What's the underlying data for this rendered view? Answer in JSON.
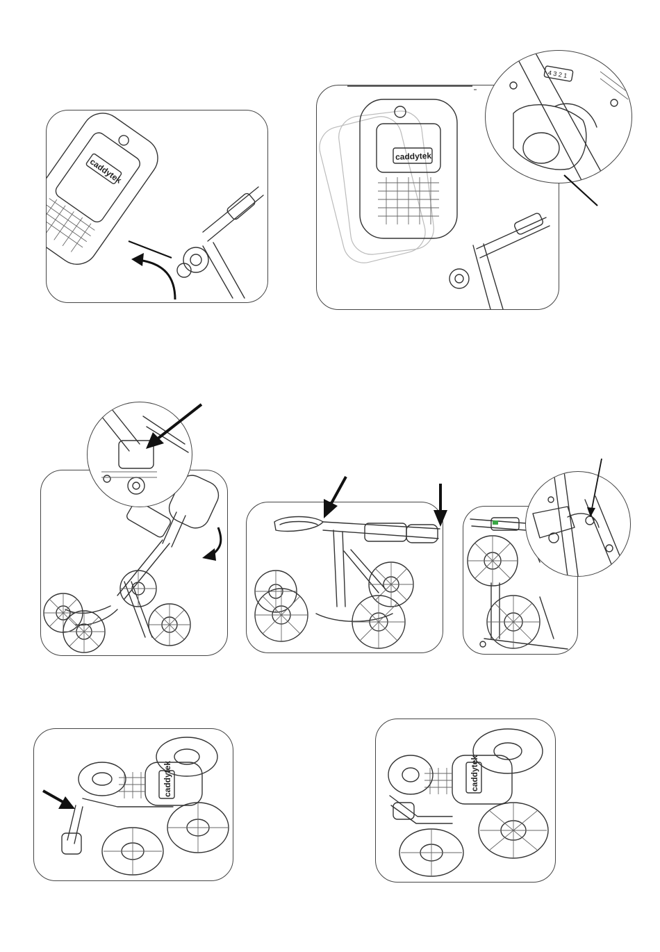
{
  "brand": {
    "logo_text": "caddytek",
    "dial_numbers": "4 3 2 1"
  },
  "colors": {
    "line": "#333333",
    "accent": "#3aa845",
    "background": "#ffffff"
  },
  "steps": [
    {
      "id": "step-1",
      "description_icon": "cart-handle-unlock-icon"
    },
    {
      "id": "step-2",
      "description_icon": "handle-height-adjust-icon"
    },
    {
      "id": "step-3",
      "description_icon": "fold-handle-down-icon"
    },
    {
      "id": "step-4",
      "description_icon": "press-fold-buttons-icon"
    },
    {
      "id": "step-5",
      "description_icon": "folded-cart-lock-icon"
    },
    {
      "id": "step-6",
      "description_icon": "push-lever-icon"
    },
    {
      "id": "step-7",
      "description_icon": "fully-folded-cart-icon"
    }
  ]
}
